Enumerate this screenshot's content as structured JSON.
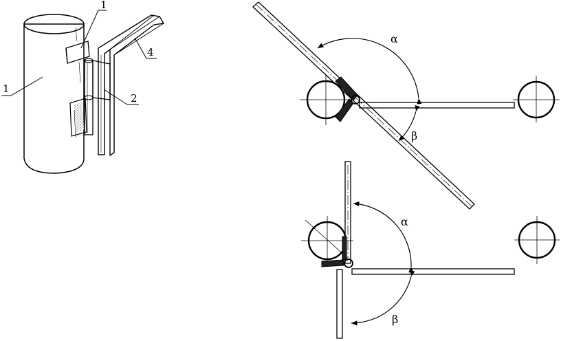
{
  "perspective": {
    "labels": {
      "pipe_left": "1",
      "clamp_top": "1",
      "hinge": "2",
      "frame": "4"
    }
  },
  "plan_top": {
    "angle_alpha": "α",
    "angle_beta": "β"
  },
  "plan_bottom": {
    "angle_alpha": "α",
    "angle_beta": "β"
  }
}
